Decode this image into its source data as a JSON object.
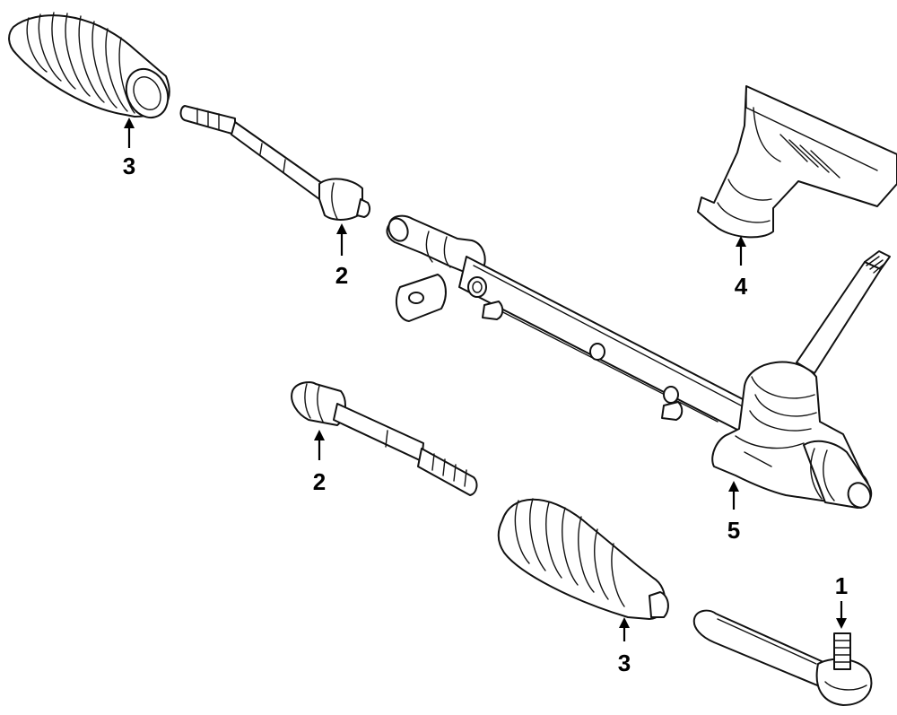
{
  "callouts": {
    "boot_upper": "3",
    "tie_rod_upper": "2",
    "boot_cover": "4",
    "tie_rod_lower": "2",
    "gear_assembly": "5",
    "boot_lower": "3",
    "tie_rod_end": "1"
  },
  "colors": {
    "line": "#111111",
    "background": "#ffffff"
  }
}
